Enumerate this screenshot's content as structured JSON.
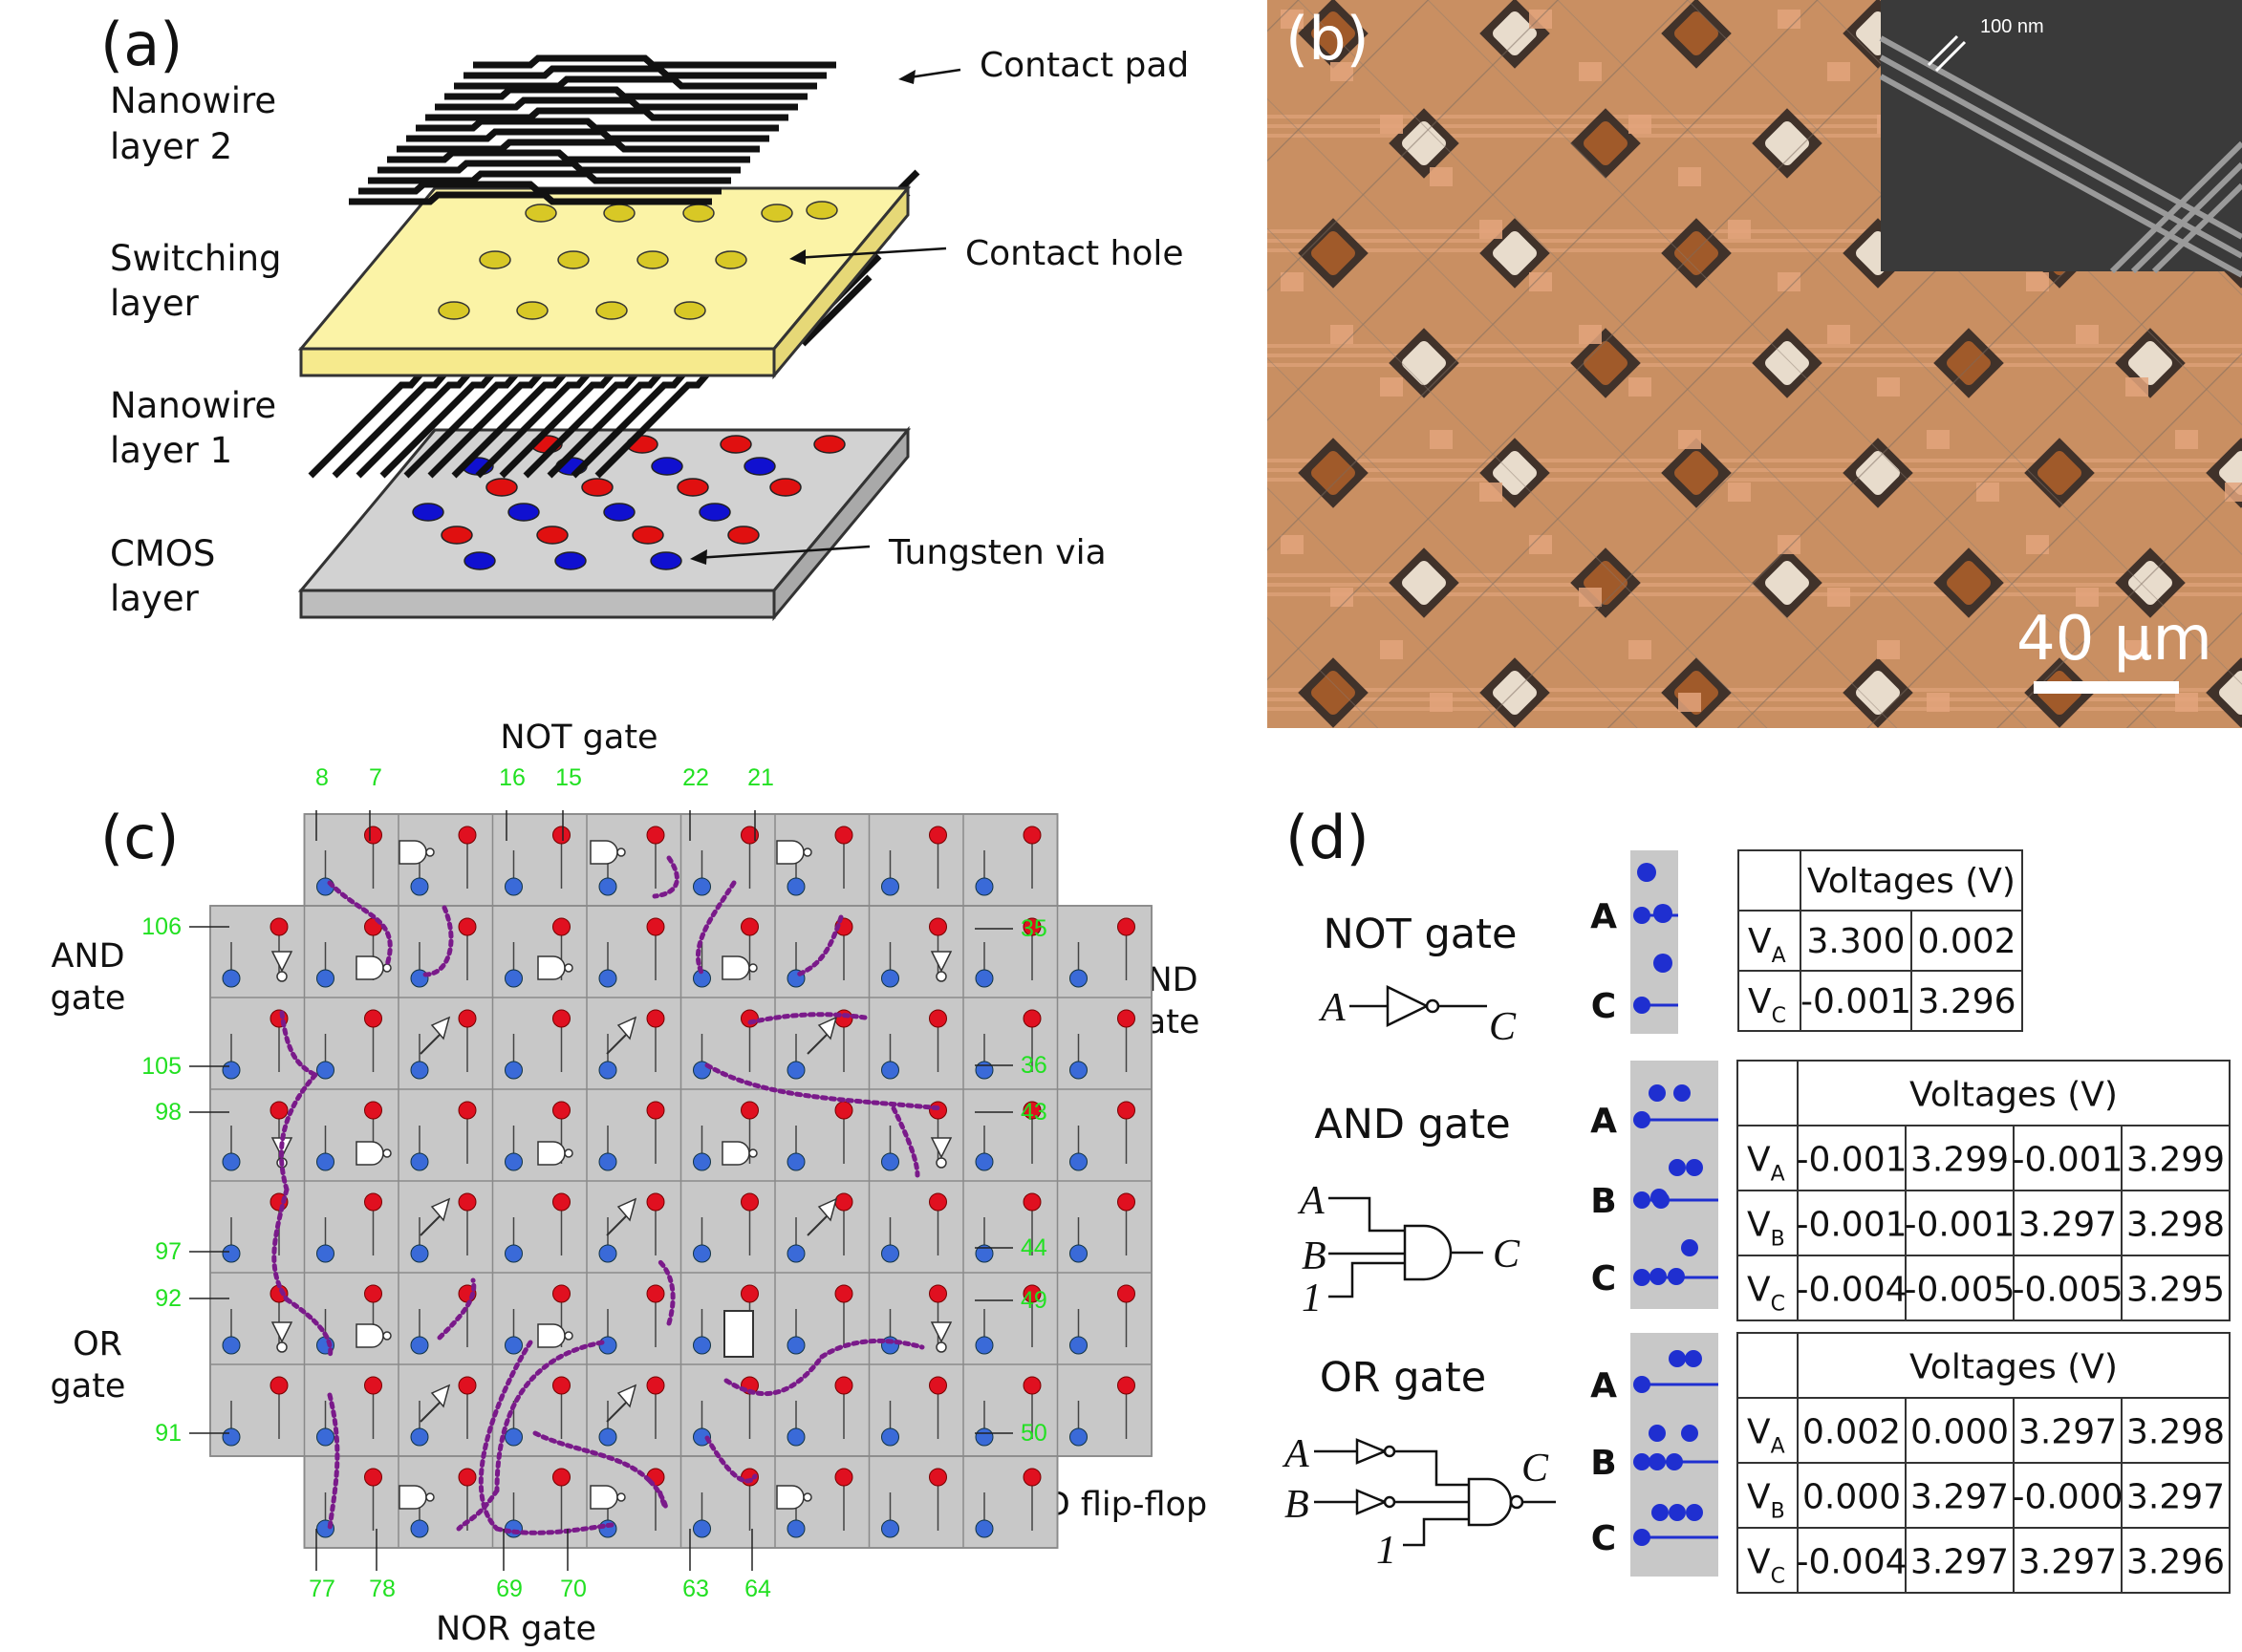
{
  "panel_a": {
    "letter": "(a)",
    "layers": [
      {
        "line1": "Nanowire",
        "line2": "layer 2"
      },
      {
        "line1": "Switching",
        "line2": "layer"
      },
      {
        "line1": "Nanowire",
        "line2": "layer 1"
      },
      {
        "line1": "CMOS",
        "line2": "layer"
      }
    ],
    "callouts": [
      "Contact pad",
      "Contact hole",
      "Tungsten via"
    ],
    "colors": {
      "switching": "#fbf3a6",
      "cmos": "#d2d2d2",
      "red_via": "#e01010",
      "blue_via": "#1010d0",
      "hole": "#d8c826"
    }
  },
  "panel_b": {
    "letter": "(b)",
    "scale_bar": "40 μm",
    "inset_scale": "100 nm",
    "colors": {
      "copper": "#c98f62",
      "inset": "#3a3a3a"
    }
  },
  "panel_c": {
    "letter": "(c)",
    "gate_labels": {
      "not": "NOT gate",
      "and_1": "AND",
      "and_2": "gate",
      "nand_1": "NAND",
      "nand_2": "gate",
      "or_1": "OR",
      "or_2": "gate",
      "dff": "D flip-flop",
      "nor": "NOR gate"
    },
    "pins_top": [
      "8",
      "7",
      "16",
      "15",
      "22",
      "21"
    ],
    "pins_bottom": [
      "77",
      "78",
      "69",
      "70",
      "63",
      "64"
    ],
    "pins_left": [
      "106",
      "105",
      "98",
      "97",
      "92",
      "91"
    ],
    "pins_right": [
      "35",
      "36",
      "43",
      "44",
      "49",
      "50"
    ],
    "colors": {
      "cell": "#c8c8c8",
      "red_pin": "#e01020",
      "blue_pin": "#3a6ad8",
      "wire": "#7a1a8a",
      "pin_label": "#22e022"
    }
  },
  "panel_d": {
    "letter": "(d)",
    "gates": [
      {
        "title": "NOT gate",
        "inputs": [
          "A"
        ],
        "output": "C",
        "rows": [
          "A",
          "C"
        ],
        "header": "Voltages (V)",
        "table": [
          {
            "label": "V",
            "sub": "A",
            "values": [
              "3.300",
              "0.002"
            ]
          },
          {
            "label": "V",
            "sub": "C",
            "values": [
              "-0.001",
              "3.296"
            ]
          }
        ]
      },
      {
        "title": "AND gate",
        "inputs": [
          "A",
          "B",
          "1"
        ],
        "output": "C",
        "rows": [
          "A",
          "B",
          "C"
        ],
        "header": "Voltages (V)",
        "table": [
          {
            "label": "V",
            "sub": "A",
            "values": [
              "-0.001",
              "3.299",
              "-0.001",
              "3.299"
            ]
          },
          {
            "label": "V",
            "sub": "B",
            "values": [
              "-0.001",
              "-0.001",
              "3.297",
              "3.298"
            ]
          },
          {
            "label": "V",
            "sub": "C",
            "values": [
              "-0.004",
              "-0.005",
              "-0.005",
              "3.295"
            ]
          }
        ]
      },
      {
        "title": "OR gate",
        "inputs": [
          "A",
          "B",
          "1"
        ],
        "output": "C",
        "rows": [
          "A",
          "B",
          "C"
        ],
        "header": "Voltages (V)",
        "table": [
          {
            "label": "V",
            "sub": "A",
            "values": [
              "0.002",
              "0.000",
              "3.297",
              "3.298"
            ]
          },
          {
            "label": "V",
            "sub": "B",
            "values": [
              "0.000",
              "3.297",
              "-0.000",
              "3.297"
            ]
          },
          {
            "label": "V",
            "sub": "C",
            "values": [
              "-0.004",
              "3.297",
              "3.297",
              "3.296"
            ]
          }
        ]
      }
    ]
  }
}
